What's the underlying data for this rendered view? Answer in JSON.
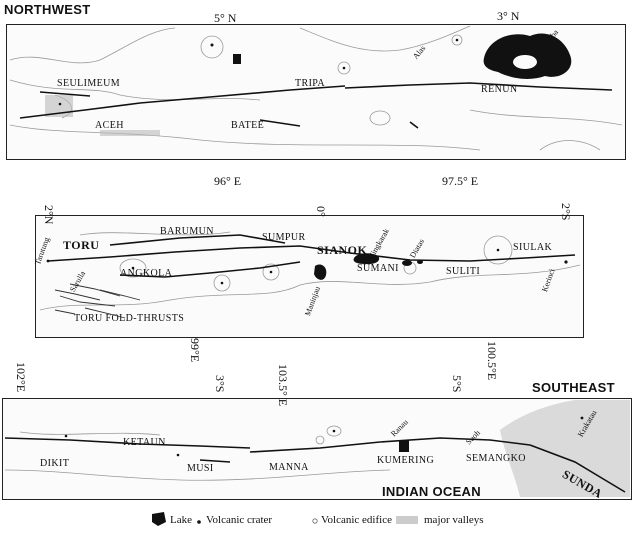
{
  "headings": {
    "northwest": "NORTHWEST",
    "southeast": "SOUTHEAST"
  },
  "panel1": {
    "coords": {
      "lat_5n": "5° N",
      "lat_3n": "3° N",
      "lon_96e": "96° E",
      "lon_975e": "97.5° E"
    },
    "segments": {
      "seulimeum": "SEULIMEUM",
      "aceh": "ACEH",
      "tripa": "TRIPA",
      "batee": "BATEE",
      "renun": "RENUN"
    },
    "places": {
      "alas": "Alas",
      "toba": "Toba"
    }
  },
  "panel2": {
    "coords": {
      "lat_2n": "2°N",
      "lat_0": "0°",
      "lat_2s": "2°S",
      "lon_99e": "99°E",
      "lon_1005e": "100.5°E"
    },
    "segments": {
      "toru": "TORU",
      "barumun": "BARUMUN",
      "sumpur": "SUMPUR",
      "sianok": "SIANOK",
      "siulak": "SIULAK",
      "angkola": "ANGKOLA",
      "sumani": "SUMANI",
      "suliti": "SULITI",
      "toru_fold": "TORU FOLD-THRUSTS"
    },
    "places": {
      "tarutung": "Tarutung",
      "sarulla": "Sarulla",
      "singkarak": "Singkarak",
      "diatas": "Diatas",
      "maninjau": "Maninjau",
      "kerinci": "Kerinci"
    }
  },
  "panel3": {
    "coords": {
      "lon_102e": "102°E",
      "lat_3s": "3°S",
      "lon_1035e": "103.5° E",
      "lat_5s": "5°S"
    },
    "segments": {
      "dikit": "DIKIT",
      "ketaun": "KETAUN",
      "musi": "MUSI",
      "manna": "MANNA",
      "kumering": "KUMERING",
      "semangko": "SEMANGKO",
      "sunda": "SUNDA"
    },
    "places": {
      "ranau": "Ranau",
      "suoh": "Suoh",
      "krakatau": "Krakatau"
    },
    "ocean": "INDIAN OCEAN"
  },
  "legend": {
    "lake": "Lake",
    "crater": "Volcanic crater",
    "edifice": "Volcanic edifice",
    "valleys": "major valleys"
  }
}
